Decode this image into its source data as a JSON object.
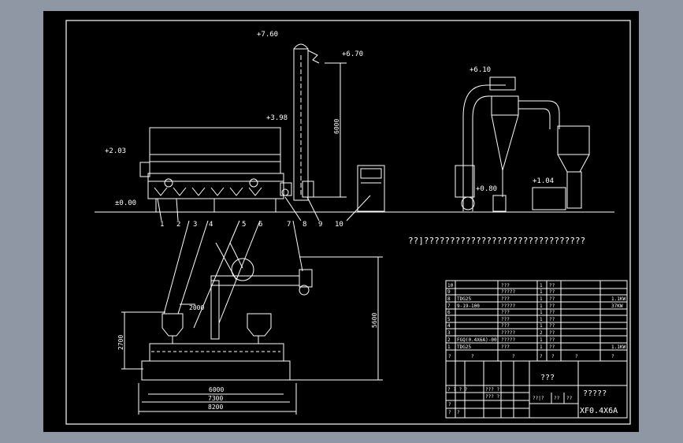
{
  "elevations": {
    "e760": "+7.60",
    "e670": "+6.70",
    "e398": "+3.98",
    "e203": "+2.03",
    "e000": "±0.00",
    "e610": "+6.10",
    "e080": "+0.80",
    "e104": "+1.04"
  },
  "dims": {
    "d6000v": "6000",
    "d2000": "2000",
    "d2700": "2700",
    "d5600": "5600",
    "d6000h": "6000",
    "d7300": "7300",
    "d8200": "8200"
  },
  "callouts": [
    "1",
    "2",
    "3",
    "4",
    "5",
    "6",
    "7",
    "8",
    "9",
    "10"
  ],
  "note": "??]???????????????????????????????",
  "bom": {
    "rows": [
      {
        "no": "10",
        "code": "",
        "name": "???",
        "qty": "1",
        "rem": "??",
        "extra": ""
      },
      {
        "no": "9",
        "code": "",
        "name": "?????",
        "qty": "1",
        "rem": "??",
        "extra": ""
      },
      {
        "no": "8",
        "code": "TDG25",
        "name": "???",
        "qty": "1",
        "rem": "??",
        "extra": "1.1KW"
      },
      {
        "no": "7",
        "code": "9-19-100",
        "name": "?????",
        "qty": "1",
        "rem": "??",
        "extra": "37KW"
      },
      {
        "no": "6",
        "code": "",
        "name": "???",
        "qty": "1",
        "rem": "??",
        "extra": ""
      },
      {
        "no": "5",
        "code": "",
        "name": "???",
        "qty": "1",
        "rem": "??",
        "extra": ""
      },
      {
        "no": "4",
        "code": "",
        "name": "???",
        "qty": "1",
        "rem": "??",
        "extra": ""
      },
      {
        "no": "3",
        "code": "",
        "name": "?????",
        "qty": "2",
        "rem": "??",
        "extra": ""
      },
      {
        "no": "2",
        "code": "FGQ(0.4X6A)-00",
        "name": "?????",
        "qty": "1",
        "rem": "??",
        "extra": ""
      },
      {
        "no": "1",
        "code": "TDG25",
        "name": "???",
        "qty": "1",
        "rem": "??",
        "extra": "1.1KW"
      }
    ],
    "header": [
      "?",
      "?",
      "?",
      "?",
      "?",
      "?",
      "?"
    ]
  },
  "titleblock": {
    "company": "???",
    "title": "?????",
    "drawing_no": "XF0.4X6A",
    "stage": "??|?",
    "sheet1": "??",
    "sheet2": "??",
    "small": [
      "? ? ? ?",
      "??? ?",
      "??? ?",
      "?",
      "?",
      "?"
    ]
  }
}
